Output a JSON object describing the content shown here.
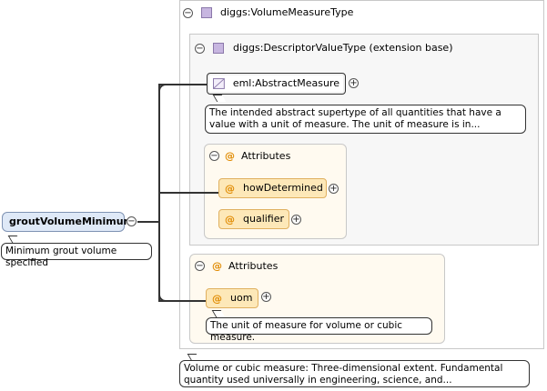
{
  "root": {
    "name": "groutVolumeMinimum",
    "doc": "Minimum grout volume specified"
  },
  "type": {
    "name": "diggs:VolumeMeasureType",
    "doc": "Volume or cubic measure: Three-dimensional extent. Fundamental quantity used universally in engineering, science, and..."
  },
  "extension": {
    "name": "diggs:DescriptorValueType (extension base)",
    "element": {
      "name": "eml:AbstractMeasure",
      "doc": "The intended abstract supertype of all quantities that have a value with a unit of measure. The unit of measure is in..."
    },
    "attributes": {
      "label": "Attributes",
      "items": [
        {
          "name": "howDetermined"
        },
        {
          "name": "qualifier"
        }
      ]
    }
  },
  "attributes": {
    "label": "Attributes",
    "items": [
      {
        "name": "uom",
        "doc": "The unit of measure for volume or cubic measure."
      }
    ]
  },
  "symbols": {
    "collapse": "−",
    "expand": "+",
    "attribute_marker": "@"
  }
}
